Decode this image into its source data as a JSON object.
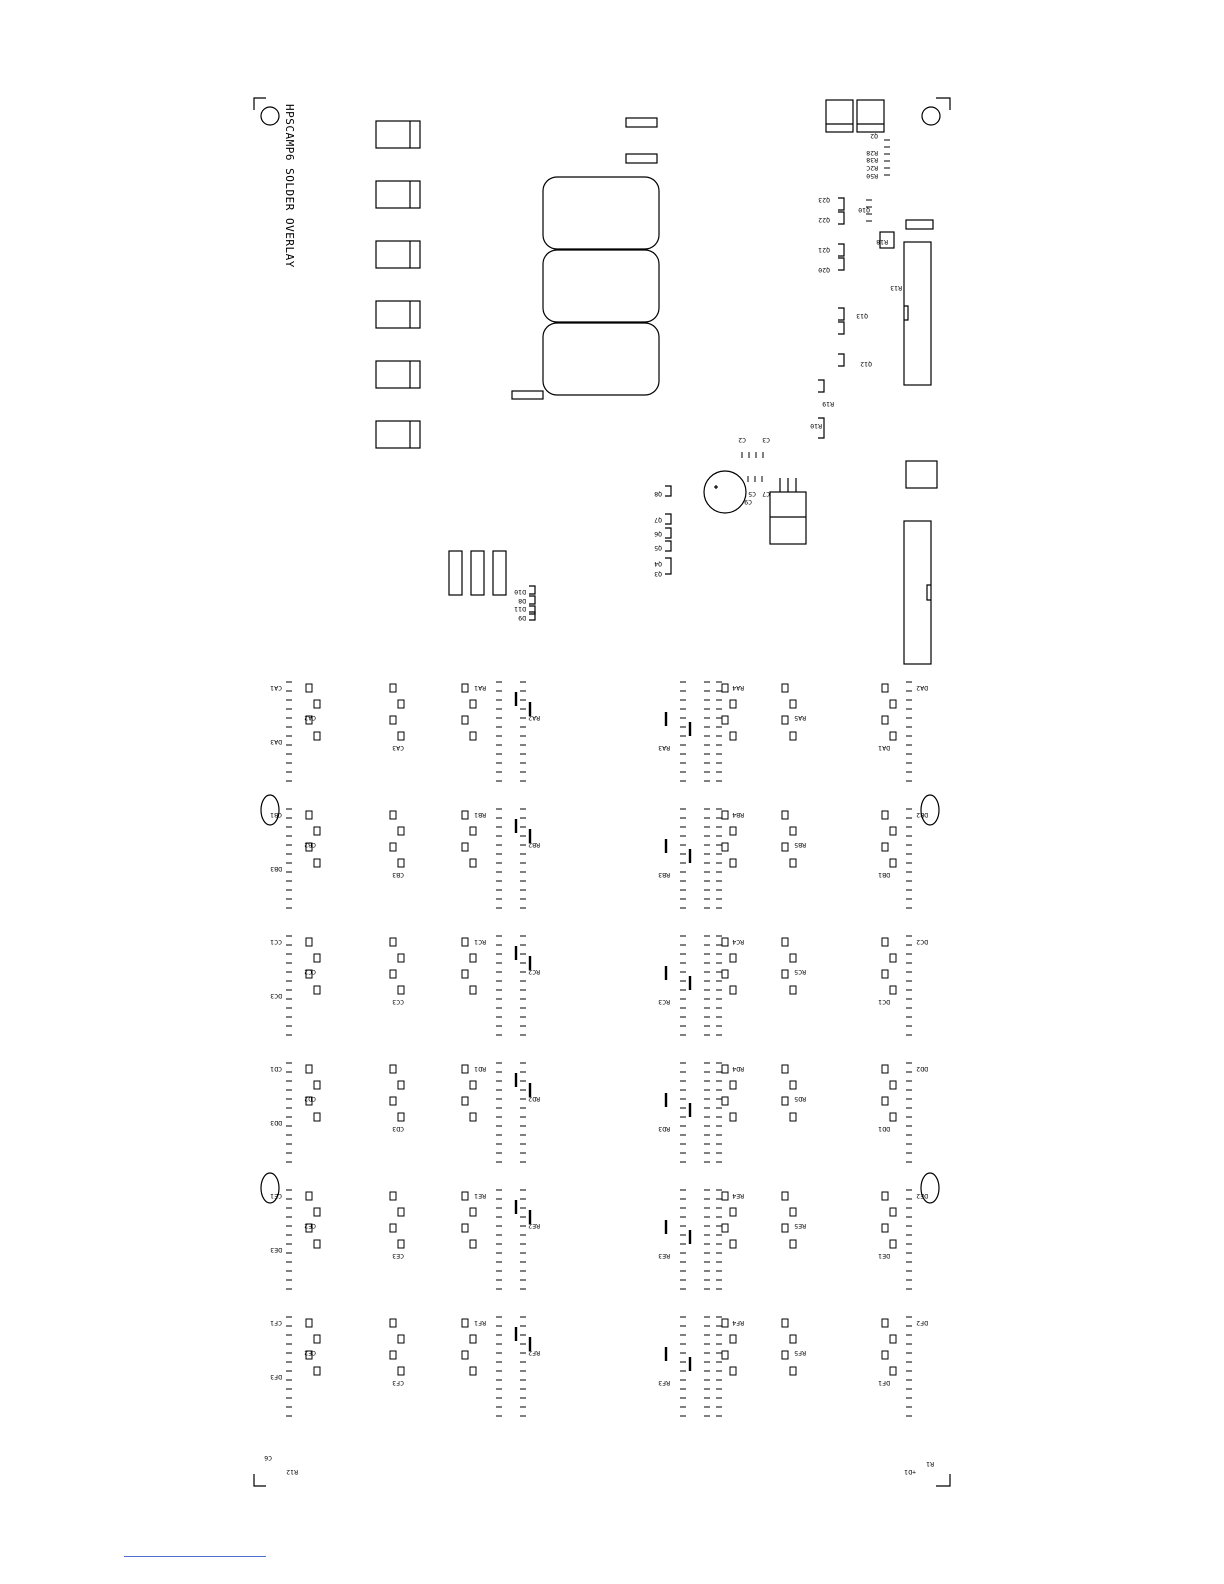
{
  "title": "HPSCAMP6 SOLDER OVERLAY",
  "colors": {
    "ink": "#000000",
    "paper": "#ffffff",
    "footer": "#4a6fd0"
  },
  "channel_blocks": [
    {
      "ref": "A",
      "caps": [
        "CA1",
        "CA2",
        "CA3"
      ],
      "res": [
        "RA1",
        "RA2",
        "RA3",
        "RA4",
        "RA5"
      ],
      "diodes": [
        "DA1",
        "DA2",
        "DA3"
      ]
    },
    {
      "ref": "B",
      "caps": [
        "CB1",
        "CB2",
        "CB3"
      ],
      "res": [
        "RB1",
        "RB2",
        "RB3",
        "RB4",
        "RB5"
      ],
      "diodes": [
        "DB1",
        "DB2",
        "DB3"
      ]
    },
    {
      "ref": "C",
      "caps": [
        "CC1",
        "CC2",
        "CC3"
      ],
      "res": [
        "RC1",
        "RC2",
        "RC3",
        "RC4",
        "RC5"
      ],
      "diodes": [
        "DC1",
        "DC2",
        "DC3"
      ]
    },
    {
      "ref": "D",
      "caps": [
        "CD1",
        "CD2",
        "CD3"
      ],
      "res": [
        "RD1",
        "RD2",
        "RD3",
        "RD4",
        "RD5"
      ],
      "diodes": [
        "DD1",
        "DD2",
        "DD3"
      ]
    },
    {
      "ref": "E",
      "caps": [
        "CE1",
        "CE2",
        "CE3"
      ],
      "res": [
        "RE1",
        "RE2",
        "RE3",
        "RE4",
        "RE5"
      ],
      "diodes": [
        "DE1",
        "DE2",
        "DE3"
      ]
    },
    {
      "ref": "F",
      "caps": [
        "CF1",
        "CF2",
        "CF3"
      ],
      "res": [
        "RF1",
        "RF2",
        "RF3",
        "RF4",
        "RF5"
      ],
      "diodes": [
        "DF1",
        "DF2",
        "DF3"
      ]
    }
  ],
  "top_labels": [
    "Q2",
    "R28",
    "R38",
    "R2C",
    "R50",
    "Q23",
    "Q22",
    "Q21",
    "Q20",
    "Q13",
    "Q12",
    "Q10",
    "R13",
    "R18",
    "R19",
    "R10",
    "C2",
    "C3",
    "C5",
    "C7",
    "C9"
  ],
  "mid_labels": [
    "D10",
    "D8",
    "D11",
    "D9",
    "Q4",
    "Q3",
    "Q5",
    "Q6",
    "Q7",
    "Q8"
  ],
  "corner_labels": [
    "C6",
    "R12",
    "R1",
    "+D1"
  ]
}
